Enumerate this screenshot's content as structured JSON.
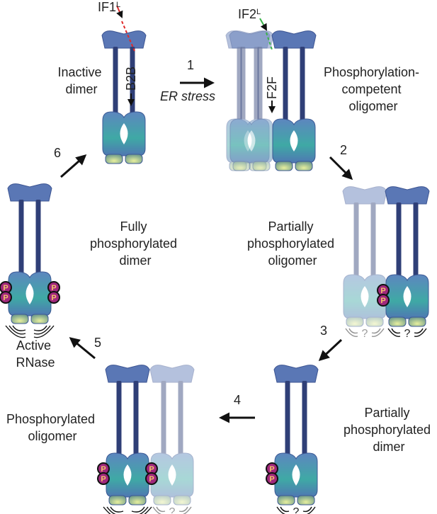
{
  "colors": {
    "head": "#5a77b5",
    "head_dark": "#3d5592",
    "stalk": "#2f3f77",
    "body_top": "#5d86bf",
    "body_bottom": "#3fa9a5",
    "rnase": "#c9d98a",
    "phospho": "#a0287c",
    "phospho_text": "#f3c46b",
    "faded_opacity": 0.45,
    "arrow": "#111111",
    "if1_marker": "#e02a2a",
    "if2_marker": "#3bb34a"
  },
  "labels": {
    "if1": "IF1",
    "if1_sup": "L",
    "if2": "IF2",
    "if2_sup": "L",
    "b2b": "B2B",
    "f2f": "F2F",
    "er_stress": "ER stress",
    "inactive_1": "Inactive",
    "inactive_2": "dimer",
    "comp_1": "Phosphorylation-",
    "comp_2": "competent",
    "comp_3": "oligomer",
    "ppo_1": "Partially",
    "ppo_2": "phosphorylated",
    "ppo_3": "oligomer",
    "ppd_1": "Partially",
    "ppd_2": "phosphorylated",
    "ppd_3": "dimer",
    "po_1": "Phosphorylated",
    "po_2": "oligomer",
    "fpd_1": "Fully",
    "fpd_2": "phosphorylated",
    "fpd_3": "dimer",
    "active_1": "Active",
    "active_2": "RNase",
    "phospho": "P",
    "unknown": "?"
  },
  "steps": [
    "1",
    "2",
    "3",
    "4",
    "5",
    "6"
  ]
}
